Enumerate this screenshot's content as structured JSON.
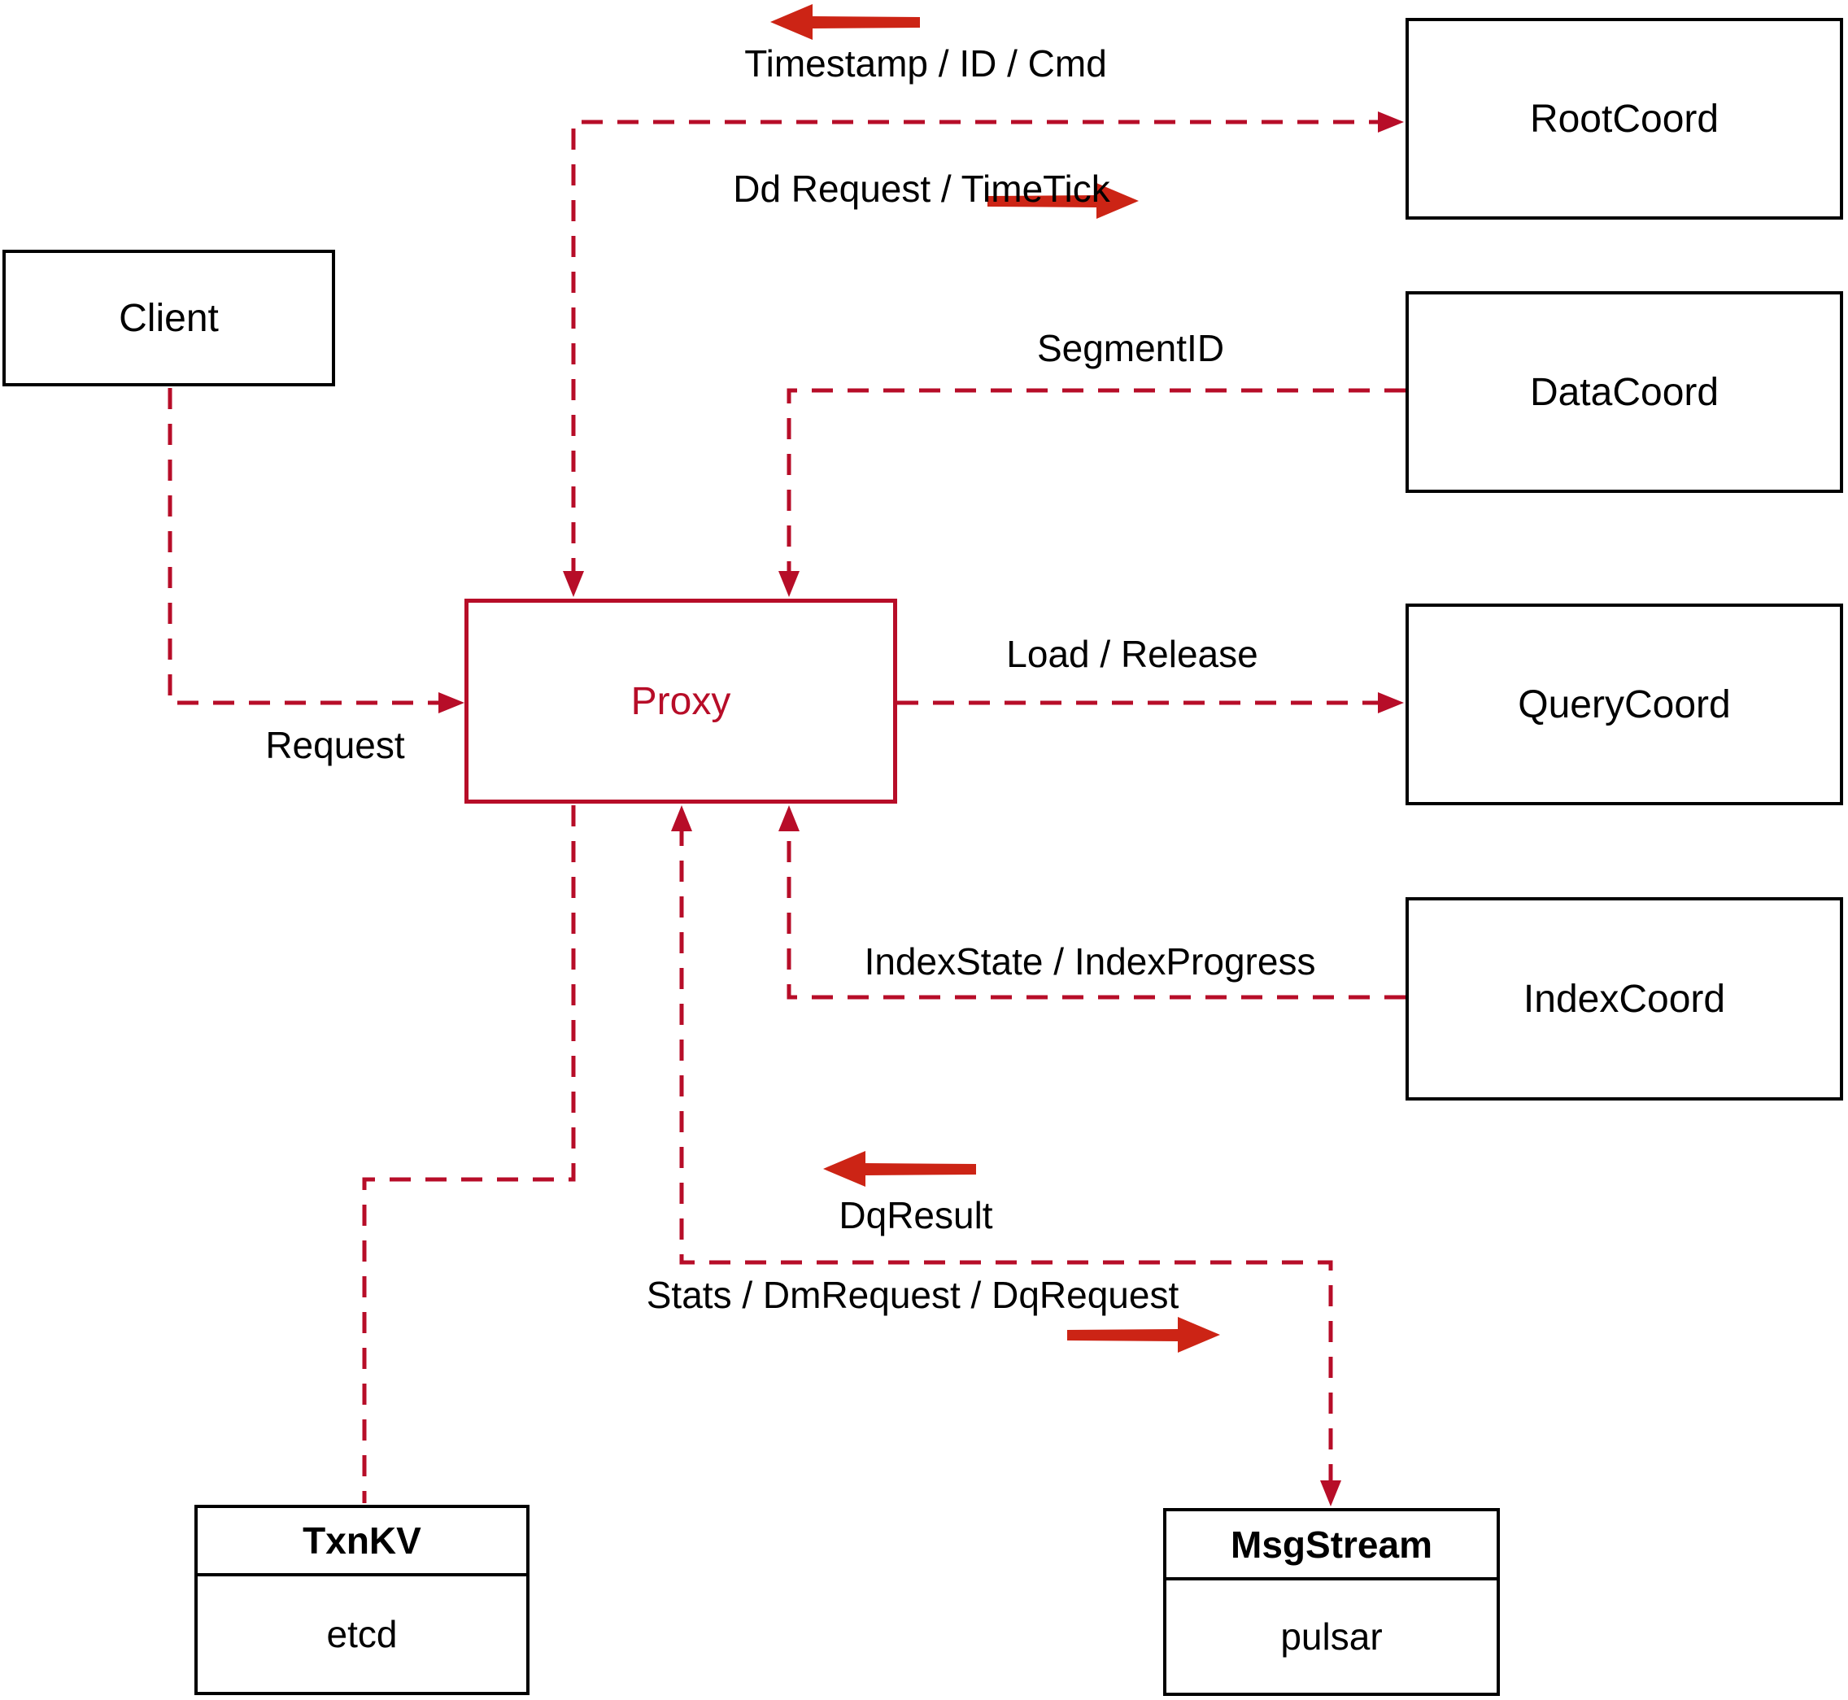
{
  "diagram": {
    "nodes": {
      "client": {
        "label": "Client"
      },
      "root_coord": {
        "label": "RootCoord"
      },
      "data_coord": {
        "label": "DataCoord"
      },
      "query_coord": {
        "label": "QueryCoord"
      },
      "index_coord": {
        "label": "IndexCoord"
      },
      "proxy": {
        "label": "Proxy"
      },
      "txn_kv": {
        "title": "TxnKV",
        "body": "etcd"
      },
      "msg_stream": {
        "title": "MsgStream",
        "body": "pulsar"
      }
    },
    "edge_labels": {
      "request": "Request",
      "timestamp_id_cmd": "Timestamp / ID / Cmd",
      "dd_request_timetick": "Dd Request / TimeTick",
      "segment_id": "SegmentID",
      "load_release": "Load / Release",
      "index_state_progress": "IndexState / IndexProgress",
      "dq_result": "DqResult",
      "stats_dm_dq": "Stats / DmRequest / DqRequest"
    },
    "colors": {
      "dashed_line": "#b70d28",
      "direction_arrow": "#cc2415",
      "proxy_accent": "#b70d28",
      "box_border": "#000000",
      "text": "#000000",
      "background": "#ffffff"
    }
  }
}
